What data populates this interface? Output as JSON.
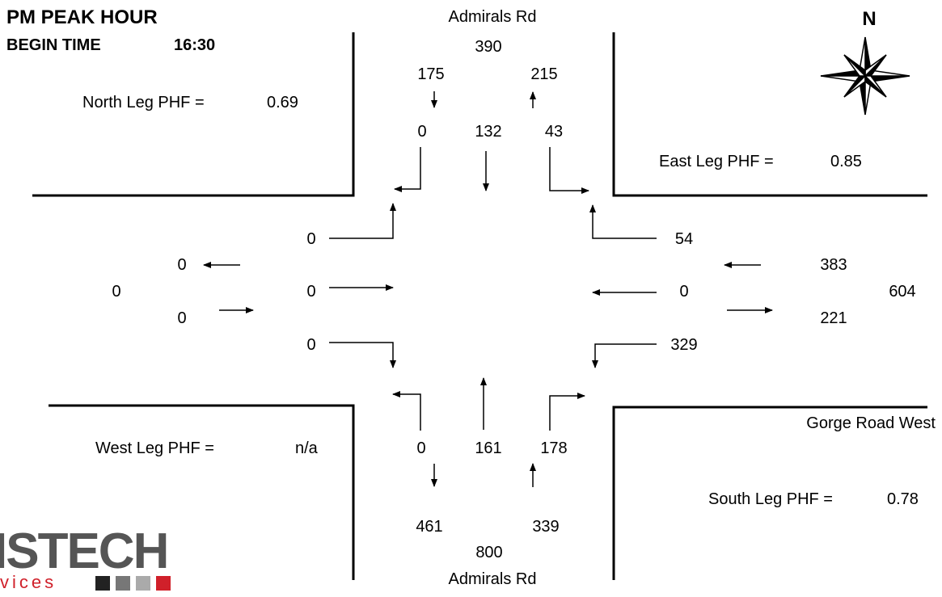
{
  "header": {
    "title": "PM PEAK HOUR",
    "begin_label": "BEGIN TIME",
    "begin_time": "16:30",
    "compass": "N"
  },
  "streets": {
    "north": "Admirals Rd",
    "south": "Admirals Rd",
    "east": "Gorge Road West"
  },
  "phf": {
    "north_label": "North Leg PHF =",
    "north_value": "0.69",
    "east_label": "East Leg PHF =",
    "east_value": "0.85",
    "west_label": "West Leg PHF =",
    "west_value": "n/a",
    "south_label": "South Leg PHF =",
    "south_value": "0.78"
  },
  "north_leg": {
    "total": "390",
    "inbound": "175",
    "outbound": "215",
    "right": "0",
    "through": "132",
    "left": "43"
  },
  "south_leg": {
    "total": "800",
    "outbound": "461",
    "inbound": "339",
    "left": "0",
    "through": "161",
    "right": "178"
  },
  "west_leg": {
    "total": "0",
    "outbound": "0",
    "inbound": "0",
    "left": "0",
    "through": "0",
    "right": "0"
  },
  "east_leg": {
    "total": "604",
    "inbound": "383",
    "outbound": "221",
    "right": "54",
    "through": "0",
    "left": "329"
  },
  "logo": {
    "text": "ISTECH",
    "sub": "vices",
    "colors": [
      "#222222",
      "#777777",
      "#aaaaaa",
      "#d0202a"
    ]
  },
  "icons": [
    "compass-rose-icon",
    "arrow-icon"
  ]
}
